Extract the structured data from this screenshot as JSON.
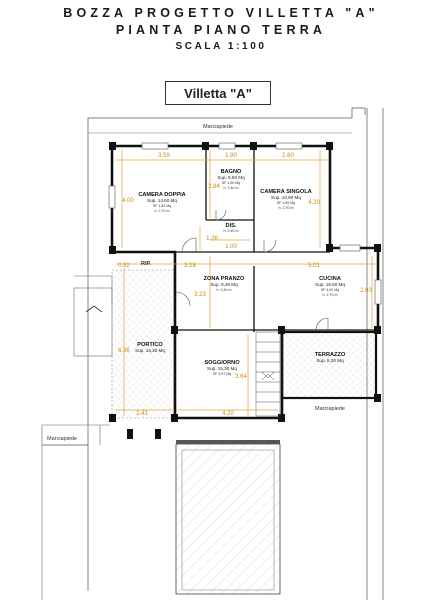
{
  "header": {
    "line1": "BOZZA PROGETTO VILLETTA \"A\"",
    "line2": "PIANTA PIANO TERRA",
    "line3": "SCALA 1:100"
  },
  "title": "Villetta \"A\"",
  "labels": {
    "marciapiede_top": "Marciapiede",
    "marciapiede_left": "Marciapiede",
    "marciapiede_right": "Marciapiede",
    "rip": "RIP."
  },
  "rooms": {
    "camera_doppia": {
      "name": "CAMERA DOPPIA",
      "area": "Sup. 14,60 Mq",
      "sf": "SF 1,83 Mq",
      "h": "h. 2,70 m"
    },
    "bagno": {
      "name": "BAGNO",
      "area": "Sup. 5,60 Mq",
      "sf": "SF 1,00 Mq",
      "h": "h. 2,40 m"
    },
    "camera_singola": {
      "name": "CAMERA SINGOLA",
      "area": "Sup. 10,90 Mq",
      "sf": "SF 1,65 Mq",
      "h": "h. 2,70 m"
    },
    "dis": {
      "name": "DIS.",
      "h": "h. 2,40 m"
    },
    "zona_pranzo": {
      "name": "ZONA PRANZO",
      "area": "Sup. 9,45 Mq",
      "h": "h. 2,40 m"
    },
    "cucina": {
      "name": "CUCINA",
      "area": "Sup. 15,60 Mq",
      "sf": "SF 4,00 Mq",
      "h": "h. 2,70 m"
    },
    "portico": {
      "name": "PORTICO",
      "area": "Sup. 15,30 Mq"
    },
    "soggiorno": {
      "name": "SOGGIORNO",
      "area": "Sup. 15,30 Mq",
      "sf": "SF 3,97 Mq"
    },
    "terrazzo": {
      "name": "TERRAZZO",
      "area": "Sup. 8,30 Mq"
    }
  },
  "dimensions": {
    "d359": "3.59",
    "d190": "1.90",
    "d260": "2.60",
    "d400": "4.00",
    "d284": "2.84",
    "d420": "4.20",
    "d126": "1.26",
    "d100": "1.00",
    "d092": "0.92",
    "d318": "3.18",
    "d501": "5.01",
    "d323": "3.23",
    "d293": "2.93",
    "d636": "6.36",
    "d364": "3.64",
    "d241": "2.41",
    "d420b": "4.20"
  },
  "colors": {
    "dimension": "#e8a33a",
    "wall": "#111111",
    "hatch": "#bbbbbb"
  }
}
